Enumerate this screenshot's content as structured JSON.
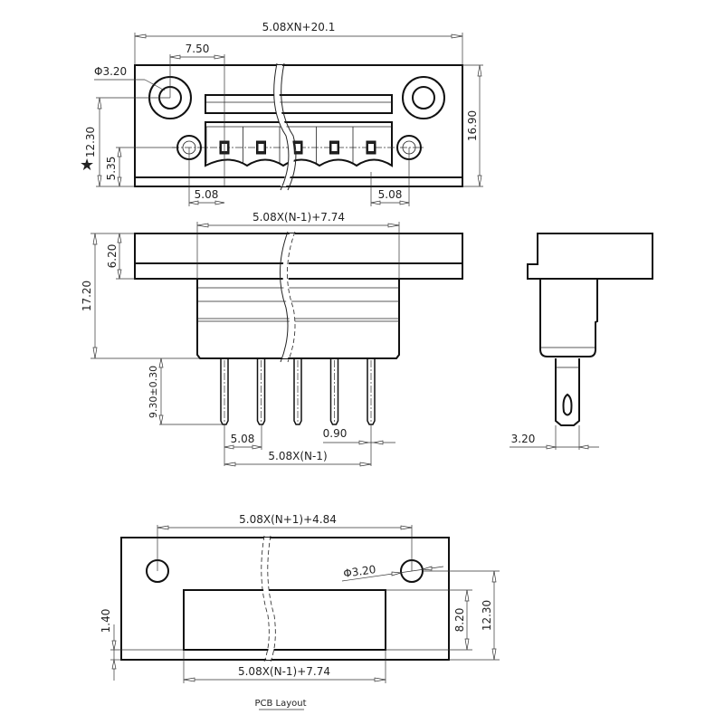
{
  "title": "Pluggable terminal block connector - mechanical drawing",
  "colors": {
    "line": "#111111",
    "background": "#ffffff",
    "star": "#111111"
  },
  "top_view": {
    "overall_width": "5.08XN+20.1",
    "mount_offset": "7.50",
    "hole_diameter": "Φ3.20",
    "height": "16.90",
    "mount_hole_height": "12.30",
    "pin_row_height": "5.35",
    "pitch_left": "5.08",
    "pitch_right": "5.08",
    "marker": "★",
    "pin_count_shown": 5
  },
  "front_view": {
    "body_width": "5.08X(N-1)+7.74",
    "flange_height": "6.20",
    "total_height": "17.20",
    "pin_length": "9.30±0.30",
    "pitch": "5.08",
    "pin_width": "0.90",
    "pin_span": "5.08X(N-1)"
  },
  "side_view": {
    "pin_thickness": "3.20"
  },
  "pcb_layout": {
    "hole_spacing": "5.08X(N+1)+4.84",
    "hole_diameter": "Φ3.20",
    "cutout_height": "8.20",
    "hole_height": "12.30",
    "edge_offset": "1.40",
    "cutout_width": "5.08X(N-1)+7.74",
    "caption": "PCB Layout"
  }
}
